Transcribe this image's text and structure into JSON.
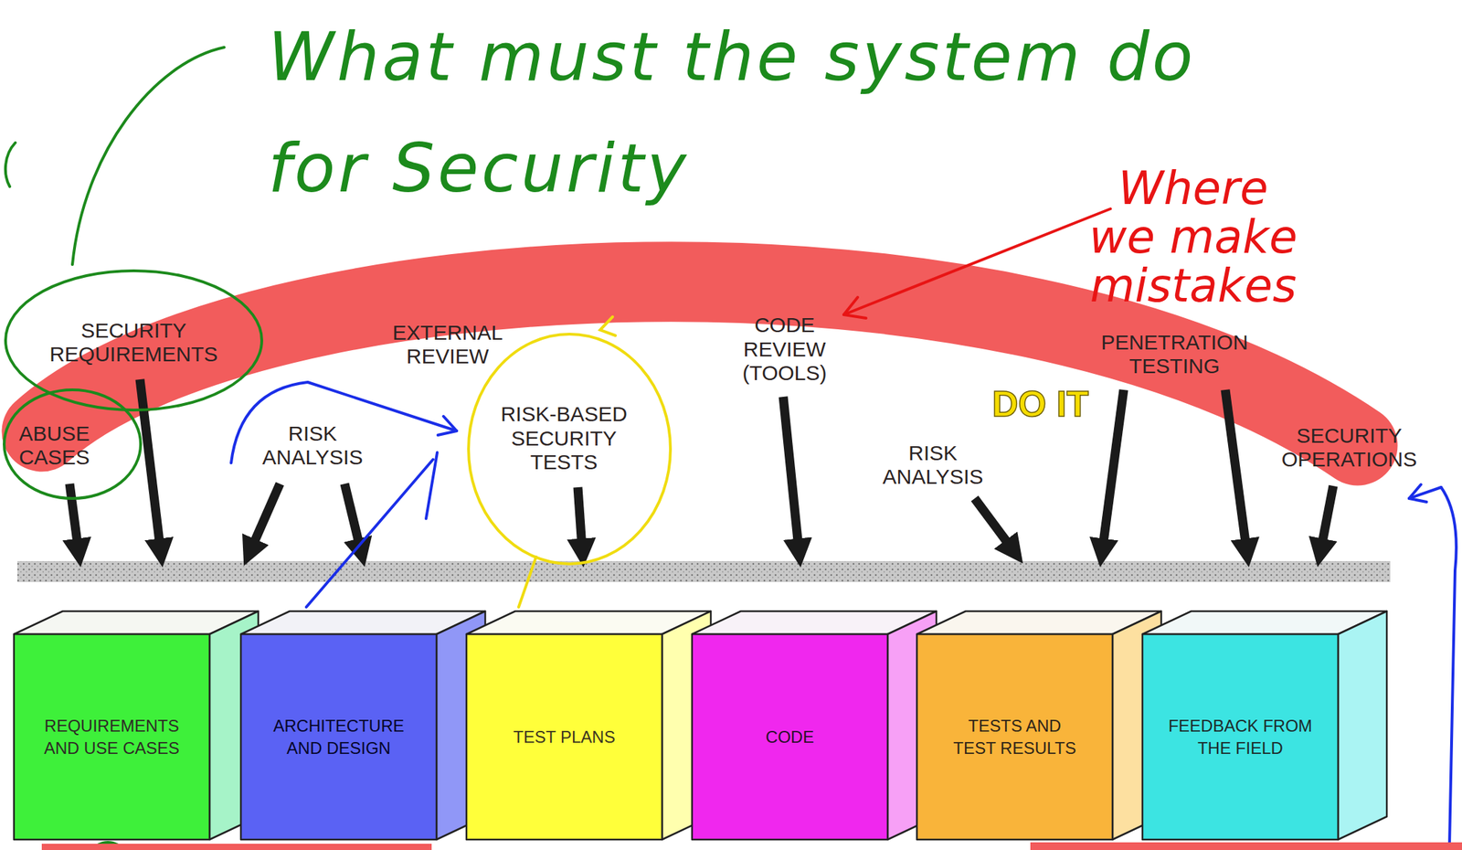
{
  "diagram": {
    "nodes": [
      {
        "text": [
          "REQUIREMENTS AND USE CASES"
        ]
      },
      {
        "text": [
          "ARCHITECTURE AND DESIGN"
        ]
      },
      {
        "text": [
          "TEST PLANS"
        ]
      },
      {
        "text": [
          "CODE"
        ]
      },
      {
        "text": [
          "TESTS AND TEST RESULTS"
        ]
      },
      {
        "text": [
          "FEEDBACK FROM THE FIELD"
        ]
      }
    ],
    "labels": [
      "What must the system do for Security",
      "Where we make mistakes",
      "SECURITY REQUIREMENTS",
      "ABUSE CASES",
      "EXTERNAL REVIEW",
      "RISK ANALYSIS",
      "RISK-BASED SECURITY TESTS",
      "CODE REVIEW (TOOLS)",
      "DO IT",
      "RISK ANALYSIS",
      "PENETRATION TESTING",
      "SECURITY OPERATIONS"
    ]
  }
}
